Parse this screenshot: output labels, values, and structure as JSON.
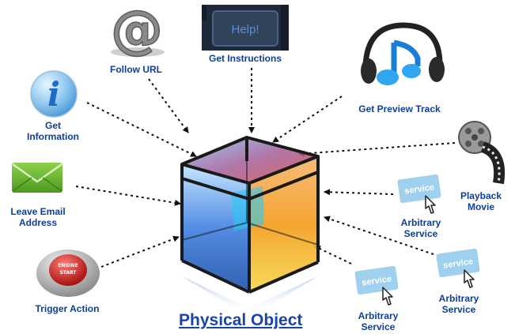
{
  "center": {
    "title": "Physical Object"
  },
  "services": [
    {
      "id": "follow-url",
      "label": "Follow URL",
      "icon": "at-sign-icon"
    },
    {
      "id": "get-instructions",
      "label": "Get Instructions",
      "icon": "help-key-icon",
      "icon_text": "Help!"
    },
    {
      "id": "get-preview-track",
      "label": "Get Preview Track",
      "icon": "headphones-music-note-icon"
    },
    {
      "id": "get-information",
      "label_lines": [
        "Get",
        "Information"
      ],
      "icon": "info-icon"
    },
    {
      "id": "leave-email-address",
      "label_lines": [
        "Leave Email",
        "Address"
      ],
      "icon": "envelope-icon"
    },
    {
      "id": "trigger-action",
      "label": "Trigger Action",
      "icon": "engine-start-button-icon",
      "icon_text": [
        "ENGINE",
        "START"
      ]
    },
    {
      "id": "playback-movie",
      "label_lines": [
        "Playback",
        "Movie"
      ],
      "icon": "film-reel-icon"
    },
    {
      "id": "arbitrary-service-1",
      "label_lines": [
        "Arbitrary",
        "Service"
      ],
      "icon": "service-card-icon",
      "icon_text": "service"
    },
    {
      "id": "arbitrary-service-2",
      "label_lines": [
        "Arbitrary",
        "Service"
      ],
      "icon": "service-card-icon",
      "icon_text": "service"
    },
    {
      "id": "arbitrary-service-3",
      "label_lines": [
        "Arbitrary",
        "Service"
      ],
      "icon": "service-card-icon",
      "icon_text": "service"
    }
  ],
  "colors": {
    "label": "#0f3f9c",
    "title": "#1a45a8",
    "arrow": "#111111",
    "cube_blue": "#3f7fe0",
    "cube_orange": "#f39b1a",
    "cube_red": "#d9473f",
    "service_card": "#9fd0ee"
  }
}
